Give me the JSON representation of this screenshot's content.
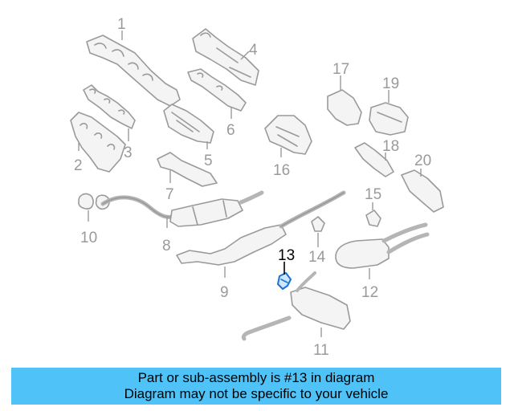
{
  "diagram": {
    "highlighted_part": "13",
    "callouts": [
      {
        "number": "1"
      },
      {
        "number": "2"
      },
      {
        "number": "3"
      },
      {
        "number": "4"
      },
      {
        "number": "5"
      },
      {
        "number": "6"
      },
      {
        "number": "7"
      },
      {
        "number": "8"
      },
      {
        "number": "9"
      },
      {
        "number": "10"
      },
      {
        "number": "11"
      },
      {
        "number": "12"
      },
      {
        "number": "13"
      },
      {
        "number": "14"
      },
      {
        "number": "15"
      },
      {
        "number": "16"
      },
      {
        "number": "17"
      },
      {
        "number": "18"
      },
      {
        "number": "19"
      },
      {
        "number": "20"
      }
    ]
  },
  "caption": {
    "line1": "Part or sub-assembly is #13 in diagram",
    "line2": "Diagram may not be specific to your vehicle"
  },
  "colors": {
    "banner_bg": "#4fc3f7",
    "part_stroke": "#9a9a9a",
    "highlight_stroke": "#1a74d6"
  }
}
